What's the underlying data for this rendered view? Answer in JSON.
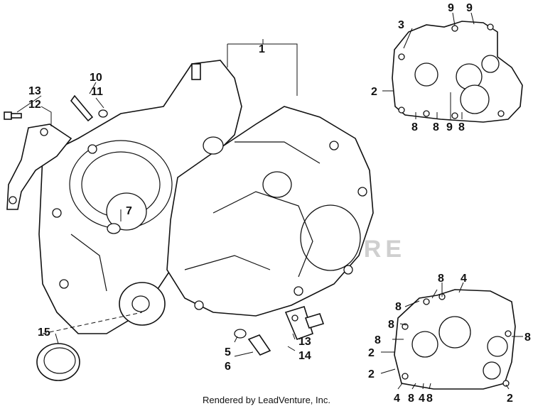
{
  "footer": "Rendered by LeadVenture, Inc.",
  "watermark": "LEADVENTURE",
  "callouts": [
    "1",
    "2",
    "3",
    "4",
    "5",
    "6",
    "7",
    "8",
    "9",
    "10",
    "11",
    "12",
    "13",
    "14",
    "15"
  ]
}
